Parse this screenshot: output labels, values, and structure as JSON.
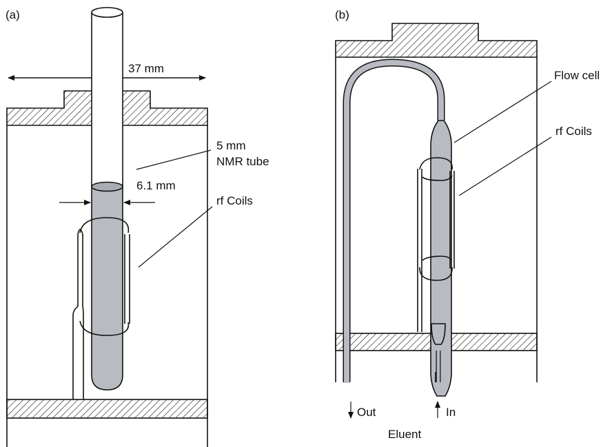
{
  "panels": {
    "a": {
      "panel_label": "(a)",
      "width_label": "37 mm",
      "tube_label_line1": "5 mm",
      "tube_label_line2": "NMR tube",
      "coil_gap_label": "6.1  mm",
      "coils_label": "rf Coils"
    },
    "b": {
      "panel_label": "(b)",
      "flow_cell_label": "Flow cell",
      "coils_label": "rf Coils",
      "out_label": "Out",
      "in_label": "In",
      "eluent_label": "Eluent"
    }
  },
  "colors": {
    "tube_fill": "#b8bcc2",
    "line": "#111111"
  }
}
